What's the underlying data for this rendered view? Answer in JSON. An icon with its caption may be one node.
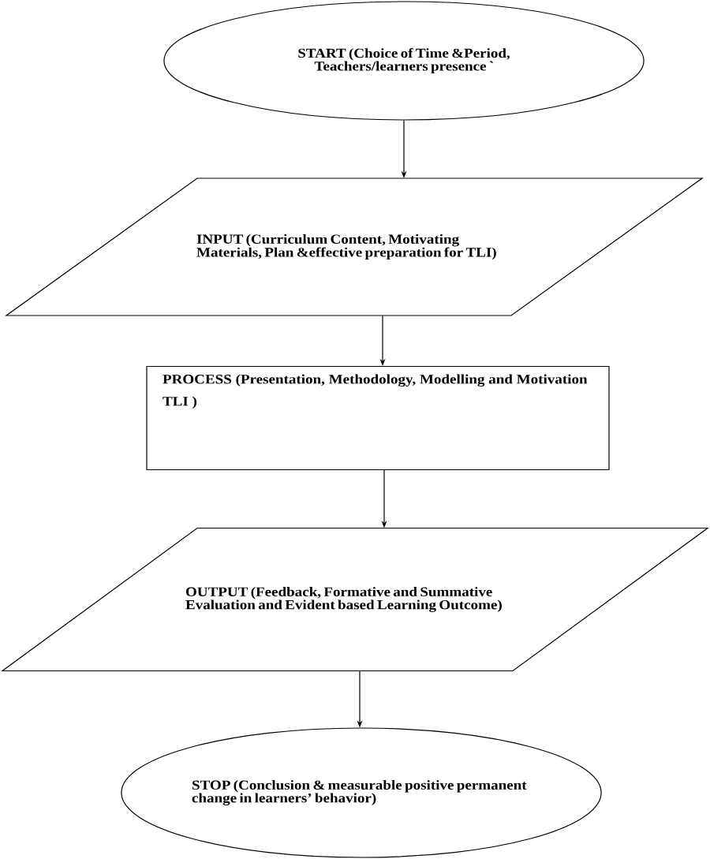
{
  "diagram": {
    "nodes": [
      {
        "text": [
          "START (Choice of Time &Period, Teachers/learners presence `"
        ]
      },
      {
        "text": [
          "INPUT (Curriculum Content, Motivating Materials, Plan &effective preparation for TLI)"
        ]
      },
      {
        "text": [
          "PROCESS (Presentation, Methodology, Modelling and Motivation TLI )"
        ]
      },
      {
        "text": [
          "OUTPUT (Feedback, Formative and Summative Evaluation and Evident based Learning Outcome)"
        ]
      },
      {
        "text": [
          "STOP (Conclusion & measurable positive permanent change in learners’ behavior)"
        ]
      }
    ],
    "edges": [
      {
        "from": 0,
        "to": 1,
        "arrow": "to"
      },
      {
        "from": 1,
        "to": 2,
        "arrow": "to"
      },
      {
        "from": 2,
        "to": 3,
        "arrow": "to"
      },
      {
        "from": 3,
        "to": 4,
        "arrow": "to"
      }
    ]
  }
}
